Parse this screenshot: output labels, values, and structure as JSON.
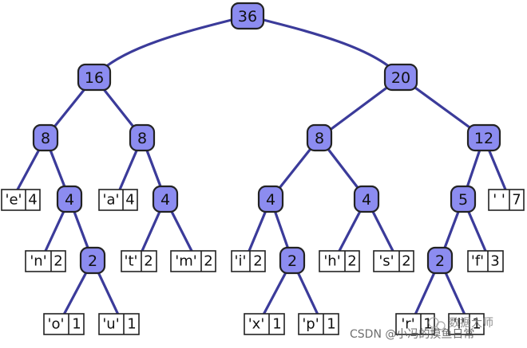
{
  "tree": {
    "root": "36",
    "n16": "16",
    "n20": "20",
    "n8a": "8",
    "n8b": "8",
    "n8c": "8",
    "n12": "12",
    "n4a": "4",
    "n4b": "4",
    "n4c": "4",
    "n4d": "4",
    "n5": "5",
    "n2a": "2",
    "n2b": "2",
    "n2c": "2"
  },
  "leaves": {
    "e": {
      "char": "'e'",
      "count": "4"
    },
    "a": {
      "char": "'a'",
      "count": "4"
    },
    "space": {
      "char": "' '",
      "count": "7"
    },
    "n": {
      "char": "'n'",
      "count": "2"
    },
    "t": {
      "char": "'t'",
      "count": "2"
    },
    "m": {
      "char": "'m'",
      "count": "2"
    },
    "i": {
      "char": "'i'",
      "count": "2"
    },
    "h": {
      "char": "'h'",
      "count": "2"
    },
    "s": {
      "char": "'s'",
      "count": "2"
    },
    "f": {
      "char": "'f'",
      "count": "3"
    },
    "o": {
      "char": "'o'",
      "count": "1"
    },
    "u": {
      "char": "'u'",
      "count": "1"
    },
    "x": {
      "char": "'x'",
      "count": "1"
    },
    "p": {
      "char": "'p'",
      "count": "1"
    },
    "r": {
      "char": "'r'",
      "count": "1"
    },
    "l": {
      "char": "'l'",
      "count": "1"
    }
  },
  "watermark": {
    "csdn": "CSDN @小冯的摸鱼日常",
    "wechat": "数据大师"
  },
  "colors": {
    "node_fill": "#8c8cf0",
    "edge": "#3b3b9a"
  }
}
